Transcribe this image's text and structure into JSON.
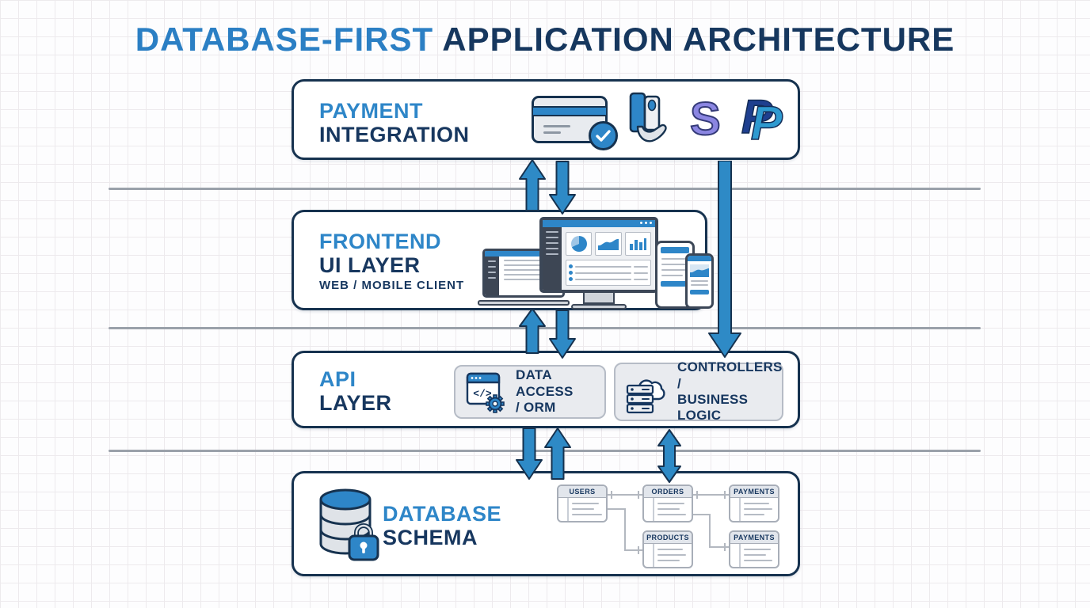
{
  "title": {
    "accent": "DATABASE-FIRST",
    "rest": " APPLICATION ARCHITECTURE"
  },
  "colors": {
    "accent_blue": "#2e86c8",
    "navy": "#17375f",
    "arrow_fill": "#2e8ac6",
    "stripe_purple": "#8b86e2",
    "paypal_dark": "#1e3f8f",
    "paypal_light": "#2e9ad0",
    "divider_gray": "#9aa1aa"
  },
  "layers": {
    "payment": {
      "line1": "PAYMENT",
      "line2": "INTEGRATION",
      "icons": [
        "credit-card-approved-icon",
        "hand-holding-card-icon",
        "stripe-logo-icon",
        "paypal-logo-icon"
      ],
      "stripe_glyph": "S",
      "paypal_glyph_back": "P",
      "paypal_glyph_front": "P"
    },
    "frontend": {
      "line1": "FRONTEND",
      "line2": "UI LAYER",
      "subtitle": "WEB / MOBILE CLIENT"
    },
    "api": {
      "line1": "API",
      "line2": "LAYER",
      "components": [
        {
          "line1": "DATA ACCESS",
          "line2": "/ ORM",
          "icon": "code-window-gear-icon"
        },
        {
          "line1": "CONTROLLERS /",
          "line2": "BUSINESS LOGIC",
          "icon": "server-cloud-icon"
        }
      ]
    },
    "database": {
      "line1": "DATABASE",
      "line2": "SCHEMA",
      "tables": [
        {
          "name": "USERS"
        },
        {
          "name": "ORDERS"
        },
        {
          "name": "PAYMENTS"
        },
        {
          "name": "PRODUCTS"
        },
        {
          "name": "PAYMENTS"
        }
      ]
    }
  }
}
